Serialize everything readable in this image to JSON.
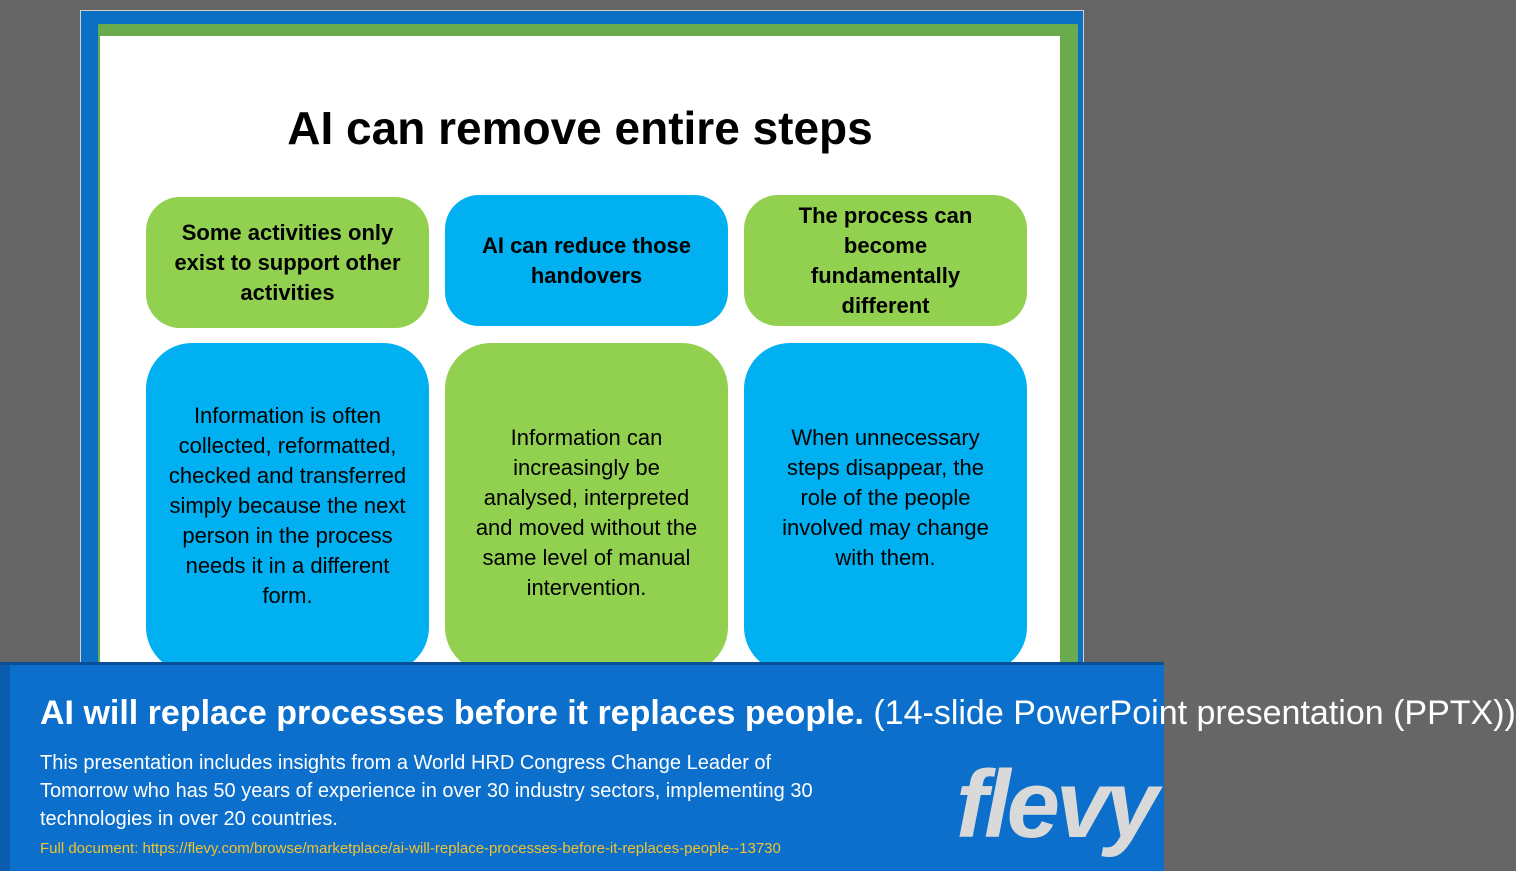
{
  "slide": {
    "title": "AI can remove entire steps",
    "columns": [
      {
        "heading": "Some activities only exist to support other activities",
        "body": "Information is often collected, reformatted, checked and transferred simply because the next person in the process needs it in a different form."
      },
      {
        "heading": "AI can reduce those handovers",
        "body": "Information can increasingly be analysed, interpreted and moved without the same level of manual intervention."
      },
      {
        "heading": "The process can become fundamentally different",
        "body": "When unnecessary steps disappear, the role of the people involved may change with them."
      }
    ]
  },
  "banner": {
    "title_bold": "AI will replace processes before it replaces people.",
    "title_rest": " (14-slide PowerPoint presentation (PPTX))",
    "description": "This presentation includes insights from a World HRD Congress Change Leader of Tomorrow who has 50 years of experience in over 30 industry sectors, implementing 30 technologies in over 20 countries.",
    "link": "Full document: https://flevy.com/browse/marketplace/ai-will-replace-processes-before-it-replaces-people--13730",
    "logo": "flevy"
  },
  "colors": {
    "slide_blue": "#0b6fc4",
    "green": "#92d050",
    "blue": "#00b0f0",
    "banner_blue": "#0b6fcb",
    "link_yellow": "#f2c230"
  }
}
